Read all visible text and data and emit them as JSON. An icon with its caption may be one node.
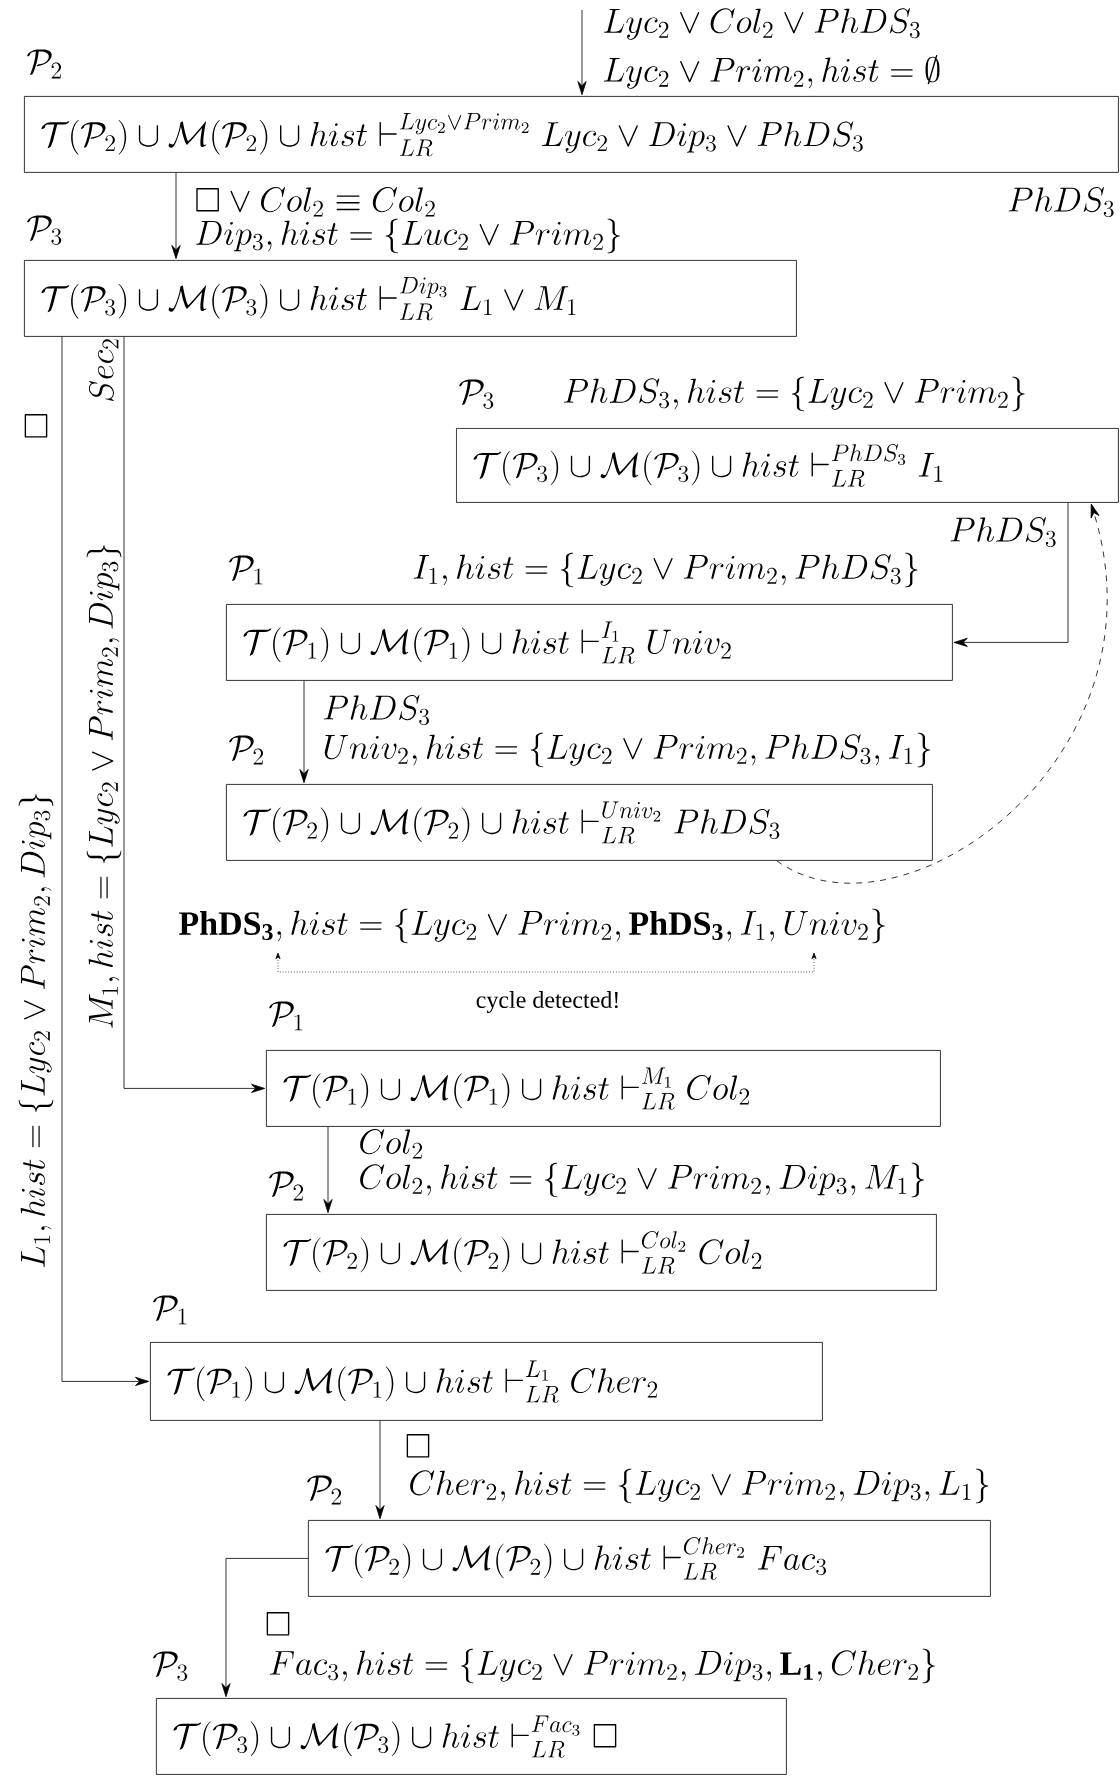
{
  "diagram": {
    "nodes": [
      {
        "text": [
          "\\mathcal{T}(\\mathcal{P}_2) \\cup \\mathcal{M}(\\mathcal{P}_2) \\cup hist \\vdash_{LR}^{Lyc_2 \\vee Prim_2} Lyc_2 \\vee Dip_3 \\vee PhDS_3"
        ],
        "beside": [
          "\\mathcal{P}_2"
        ]
      },
      {
        "text": [
          "\\mathcal{T}(\\mathcal{P}_3) \\cup \\mathcal{M}(\\mathcal{P}_3) \\cup hist \\vdash_{LR}^{Dip_3} L_1 \\vee M_1"
        ],
        "beside": [
          "\\mathcal{P}_3"
        ]
      },
      {
        "text": [
          "\\mathcal{T}(\\mathcal{P}_3) \\cup \\mathcal{M}(\\mathcal{P}_3) \\cup hist \\vdash_{LR}^{PhDS_3} I_1"
        ],
        "beside": [
          "\\mathcal{P}_3"
        ]
      },
      {
        "text": [
          "\\mathcal{T}(\\mathcal{P}_1) \\cup \\mathcal{M}(\\mathcal{P}_1) \\cup hist \\vdash_{LR}^{I_1} Univ_2"
        ],
        "beside": [
          "\\mathcal{P}_1"
        ]
      },
      {
        "text": [
          "\\mathcal{T}(\\mathcal{P}_2) \\cup \\mathcal{M}(\\mathcal{P}_2) \\cup hist \\vdash_{LR}^{Univ_2} PhDS_3"
        ],
        "beside": [
          "\\mathcal{P}_2"
        ]
      },
      {
        "text": [
          "\\mathcal{T}(\\mathcal{P}_1) \\cup \\mathcal{M}(\\mathcal{P}_1) \\cup hist \\vdash_{LR}^{M_1} Col_2"
        ],
        "beside": [
          "\\mathcal{P}_1"
        ]
      },
      {
        "text": [
          "\\mathcal{T}(\\mathcal{P}_2) \\cup \\mathcal{M}(\\mathcal{P}_2) \\cup hist \\vdash_{LR}^{Col_2} Col_2"
        ],
        "beside": [
          "\\mathcal{P}_2"
        ]
      },
      {
        "text": [
          "\\mathcal{T}(\\mathcal{P}_1) \\cup \\mathcal{M}(\\mathcal{P}_1) \\cup hist \\vdash_{LR}^{L_1} Cher_2"
        ],
        "beside": [
          "\\mathcal{P}_1"
        ]
      },
      {
        "text": [
          "\\mathcal{T}(\\mathcal{P}_2) \\cup \\mathcal{M}(\\mathcal{P}_2) \\cup hist \\vdash_{LR}^{Cher_2} Fac_3"
        ],
        "beside": [
          "\\mathcal{P}_2"
        ]
      },
      {
        "text": [
          "\\mathcal{T}(\\mathcal{P}_3) \\cup \\mathcal{M}(\\mathcal{P}_3) \\cup hist \\vdash_{LR}^{Fac_3} \\Box"
        ],
        "beside": [
          "\\mathcal{P}_3"
        ]
      }
    ],
    "edges": [
      {
        "from": null,
        "to": 0,
        "arrow": "to",
        "label": "Lyc_2 \\vee Prim_2, hist = \\emptyset"
      },
      {
        "from": 0,
        "to": 1,
        "arrow": "to",
        "label": "Dip_3, hist = \\{Luc_2 \\vee Prim_2\\}"
      },
      {
        "from": 1,
        "to": 7,
        "arrow": "to",
        "label": "L_1, hist = \\{Lyc_2 \\vee Prim_2, Dip_3\\}"
      },
      {
        "from": 1,
        "to": 5,
        "arrow": "to",
        "label": "M_1, hist = \\{Lyc_2 \\vee Prim_2, Dip_3\\}"
      },
      {
        "from": 2,
        "to": 3,
        "arrow": "to",
        "label": "I_1, hist = \\{Lyc_2 \\vee Prim_2, PhDS_3\\}"
      },
      {
        "from": 3,
        "to": 4,
        "arrow": "to",
        "label": "Univ_2, hist = \\{Lyc_2 \\vee Prim_2, PhDS_3, I_1\\}"
      },
      {
        "from": 4,
        "to": 2,
        "arrow": "to",
        "style": "dashed"
      },
      {
        "from": 5,
        "to": 6,
        "arrow": "to",
        "label": "Col_2, hist = \\{Lyc_2 \\vee Prim_2, Dip_3, M_1\\}"
      },
      {
        "from": 7,
        "to": 8,
        "arrow": "to",
        "label": "Cher_2, hist = \\{Lyc_2 \\vee Prim_2, Dip_3, L_1\\}"
      },
      {
        "from": 8,
        "to": 9,
        "arrow": "to",
        "label": "Fac_3, hist = \\{Lyc_2 \\vee Prim_2, Dip_3, \\mathbf{L_1}, Cher_2\\}"
      }
    ],
    "labels": [
      "Lyc_2 \\vee Col_2 \\vee PhDS_3",
      "PhDS_3",
      "\\Box \\vee Col_2 \\equiv Col_2",
      "\\Box",
      "Sec_2",
      "PhDS_3, hist = \\{Lyc_2 \\vee Prim_2\\}",
      "PhDS_3",
      "PhDS_3",
      "\\mathbf{PhDS_3}, hist = \\{Lyc_2 \\vee Prim_2, \\mathbf{PhDS_3}, I_1, Univ_2\\}",
      "cycle detected!",
      "Col_2",
      "\\Box",
      "\\Box"
    ]
  }
}
